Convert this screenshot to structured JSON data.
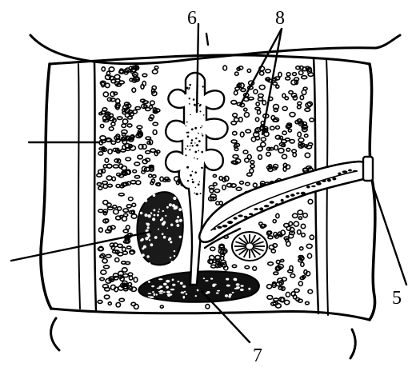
{
  "diagram": {
    "labels": {
      "six": "6",
      "eight": "8",
      "five": "5",
      "seven": "7"
    },
    "colors": {
      "ink": "#000000",
      "paper": "#ffffff"
    }
  }
}
